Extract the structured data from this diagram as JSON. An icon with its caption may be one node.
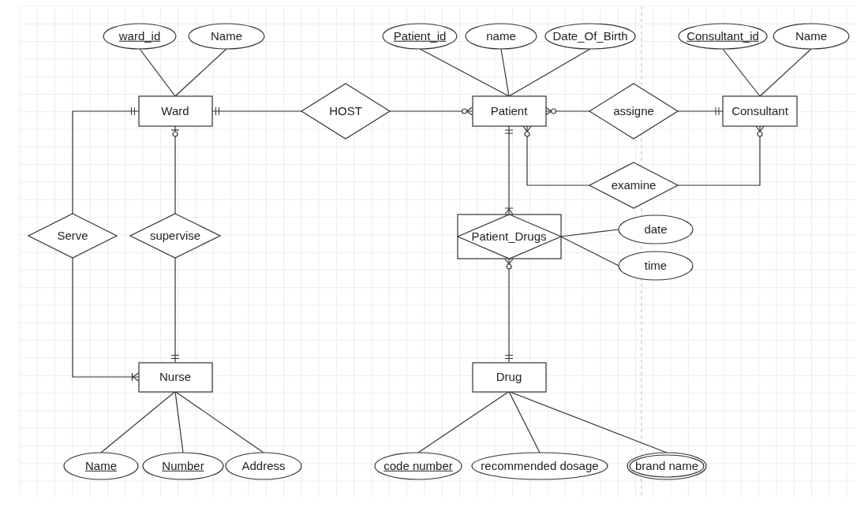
{
  "diagram": {
    "nodes": [
      {
        "text": [
          "ward_id"
        ]
      },
      {
        "text": [
          "Name"
        ]
      },
      {
        "text": [
          "Patient_id"
        ]
      },
      {
        "text": [
          "name"
        ]
      },
      {
        "text": [
          "Date_Of_Birth"
        ]
      },
      {
        "text": [
          "Consultant_id"
        ]
      },
      {
        "text": [
          "Name"
        ]
      },
      {
        "text": [
          "Ward"
        ]
      },
      {
        "text": [
          "HOST"
        ]
      },
      {
        "text": [
          "Patient"
        ]
      },
      {
        "text": [
          "assigne"
        ]
      },
      {
        "text": [
          "Consultant"
        ]
      },
      {
        "text": [
          "examine"
        ]
      },
      {
        "text": [
          "Serve"
        ]
      },
      {
        "text": [
          "supervise"
        ]
      },
      {
        "text": [
          "Patient_Drugs"
        ]
      },
      {
        "text": [
          "date"
        ]
      },
      {
        "text": [
          "time"
        ]
      },
      {
        "text": [
          "Nurse"
        ]
      },
      {
        "text": [
          "Drug"
        ]
      },
      {
        "text": [
          "Name"
        ]
      },
      {
        "text": [
          "Number"
        ]
      },
      {
        "text": [
          "Address"
        ]
      },
      {
        "text": [
          "code number"
        ]
      },
      {
        "text": [
          "recommended dosage"
        ]
      },
      {
        "text": [
          "brand name"
        ]
      }
    ],
    "edges": [
      {
        "from": 0,
        "to": 7,
        "arrow": "none"
      },
      {
        "from": 1,
        "to": 7,
        "arrow": "none"
      },
      {
        "from": 2,
        "to": 9,
        "arrow": "none"
      },
      {
        "from": 3,
        "to": 9,
        "arrow": "none"
      },
      {
        "from": 4,
        "to": 9,
        "arrow": "none"
      },
      {
        "from": 5,
        "to": 11,
        "arrow": "none"
      },
      {
        "from": 6,
        "to": 11,
        "arrow": "none"
      },
      {
        "from": 8,
        "to": 7,
        "arrow": "other"
      },
      {
        "from": 8,
        "to": 9,
        "arrow": "other"
      },
      {
        "from": 10,
        "to": 9,
        "arrow": "other"
      },
      {
        "from": 10,
        "to": 11,
        "arrow": "other"
      },
      {
        "from": 12,
        "to": 9,
        "arrow": "other"
      },
      {
        "from": 12,
        "to": 11,
        "arrow": "other"
      },
      {
        "from": 13,
        "to": 7,
        "arrow": "other"
      },
      {
        "from": 13,
        "to": 18,
        "arrow": "other"
      },
      {
        "from": 14,
        "to": 7,
        "arrow": "other"
      },
      {
        "from": 14,
        "to": 18,
        "arrow": "other"
      },
      {
        "from": 9,
        "to": 15,
        "arrow": "other"
      },
      {
        "from": 15,
        "to": 19,
        "arrow": "other"
      },
      {
        "from": 15,
        "to": 16,
        "arrow": "none"
      },
      {
        "from": 15,
        "to": 17,
        "arrow": "none"
      },
      {
        "from": 18,
        "to": 20,
        "arrow": "none"
      },
      {
        "from": 18,
        "to": 21,
        "arrow": "none"
      },
      {
        "from": 18,
        "to": 22,
        "arrow": "none"
      },
      {
        "from": 19,
        "to": 23,
        "arrow": "none"
      },
      {
        "from": 19,
        "to": 24,
        "arrow": "none"
      },
      {
        "from": 19,
        "to": 25,
        "arrow": "none"
      }
    ]
  }
}
